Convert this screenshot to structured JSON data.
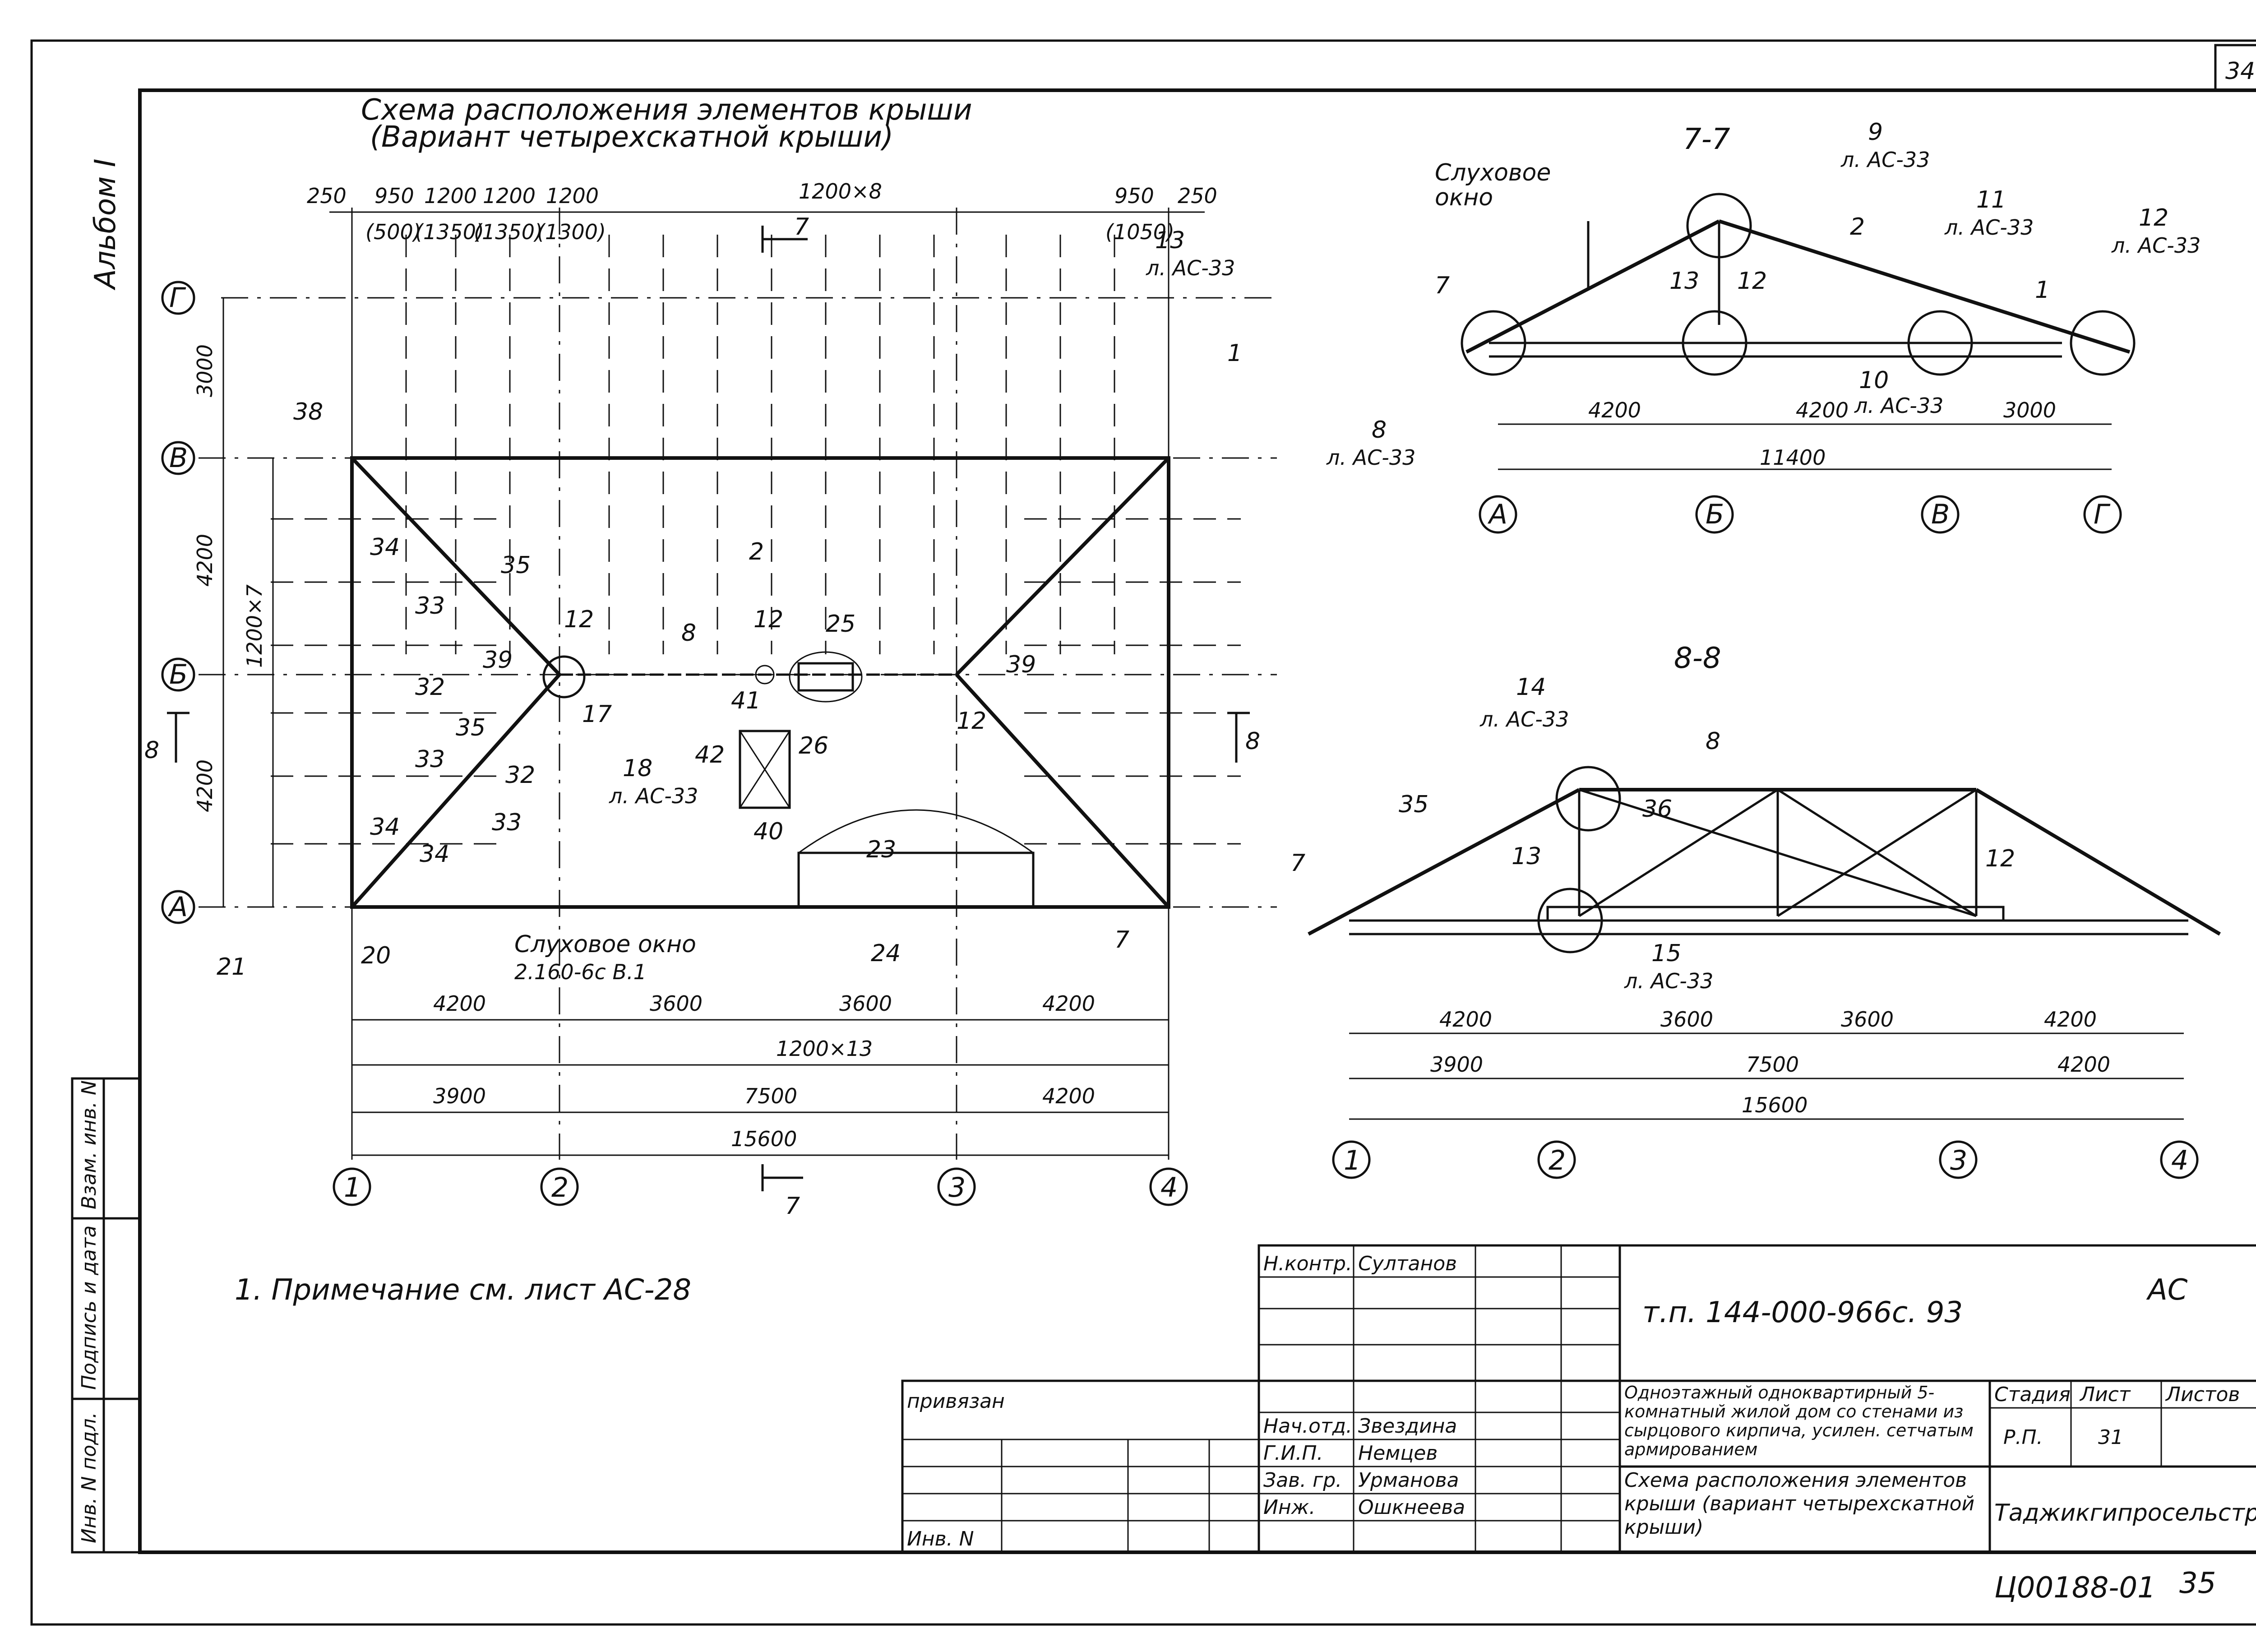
{
  "sheet": {
    "sheet_number": "34",
    "album": "Альбом I",
    "page_code": "Ц00188-01",
    "page_number": "35"
  },
  "left_stamp": [
    "Инв. N подл.",
    "Подпись и дата",
    "Взам. инв. N"
  ],
  "plan": {
    "title_line1": "Схема расположения элементов крыши",
    "title_line2": "(Вариант четырехскатной крыши)",
    "axes_v": [
      "Г",
      "В",
      "Б",
      "А"
    ],
    "axes_h": [
      "1",
      "2",
      "3",
      "4"
    ],
    "top_dims": [
      "250",
      "950",
      "1200",
      "1200",
      "1200",
      "1200×8",
      "950",
      "250"
    ],
    "top_dims_paren": [
      "(500)",
      "(1350)",
      "(1350)",
      "(1300)",
      "(1050)"
    ],
    "left_dims": [
      "3000",
      "4200",
      "4200",
      "1200×7"
    ],
    "bottom_dims_row1": [
      "4200",
      "3600",
      "3600",
      "4200"
    ],
    "bottom_dims_row2": "1200×13",
    "bottom_dims_row3": [
      "3900",
      "7500",
      "4200"
    ],
    "bottom_total": "15600",
    "section_77": "7",
    "section_88": "8",
    "callouts": [
      "1",
      "2",
      "7",
      "8",
      "12",
      "12",
      "12",
      "13",
      "17",
      "18",
      "20",
      "21",
      "23",
      "24",
      "25",
      "26",
      "32",
      "32",
      "33",
      "33",
      "33",
      "34",
      "34",
      "34",
      "35",
      "35",
      "38",
      "39",
      "39",
      "40",
      "41",
      "42"
    ],
    "callout_ref": "л. АС-33",
    "dormer_label": "Слуховое окно",
    "dormer_ref": "2.160-6с В.1"
  },
  "section77": {
    "title": "7-7",
    "dormer_label_1": "Слуховое",
    "dormer_label_2": "окно",
    "callouts": [
      "9",
      "11",
      "12",
      "12",
      "13",
      "10",
      "2",
      "1",
      "7",
      "8"
    ],
    "ref": "л. АС-33",
    "dims": [
      "4200",
      "4200",
      "3000"
    ],
    "total": "11400",
    "axes": [
      "А",
      "Б",
      "В",
      "Г"
    ]
  },
  "section88": {
    "title": "8-8",
    "callouts": [
      "14",
      "8",
      "35",
      "36",
      "7",
      "13",
      "12",
      "15"
    ],
    "ref": "л. АС-33",
    "dims_row1": [
      "4200",
      "3600",
      "3600",
      "4200"
    ],
    "dims_row2": [
      "3900",
      "7500",
      "4200"
    ],
    "total": "15600",
    "axes": [
      "1",
      "2",
      "3",
      "4"
    ]
  },
  "note": "1. Примечание см. лист АС-28",
  "title_block": {
    "n_kontr_label": "Н.контр.",
    "n_kontr_name": "Султанов",
    "doc_code": "т.п. 144-000-966с. 93",
    "doc_mark": "АС",
    "privyazan": "привязан",
    "inv_n": "Инв. N",
    "roles": [
      "Нач.отд.",
      "Г.И.П.",
      "Зав. гр.",
      "Инж."
    ],
    "names": [
      "Звездина",
      "Немцев",
      "Урманова",
      "Ошкнеева"
    ],
    "project_desc": "Одноэтажный одноквартирный 5-комнатный жилой дом со стенами из сырцового кирпича, усилен. сетчатым армированием",
    "sheet_title": "Схема расположения элементов крыши (вариант четырехскатной крыши)",
    "stage_label": "Стадия",
    "list_label": "Лист",
    "lists_label": "Листов",
    "stage": "Р.П.",
    "list": "31",
    "lists": "",
    "org": "Таджикгипросельстрой"
  }
}
